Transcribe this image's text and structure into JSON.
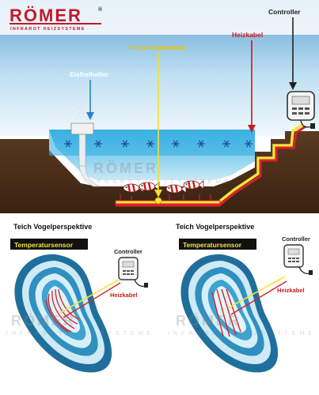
{
  "logo": {
    "name": "RÖMER",
    "registered": "®",
    "tagline": "INFRAROT HEIZSYSTEME"
  },
  "labels": {
    "controller": "Controller",
    "heizkabel": "Heizkabel",
    "temperatursensor": "Temperatursensor",
    "eisfreihalter": "Eisfreihalter"
  },
  "watermark": {
    "name": "RÖMER",
    "tagline": "INFRAROT HEIZSYSTEME"
  },
  "panel_left": {
    "title": "Teich Vogelperspektive",
    "sensor_label": "Temperatursensor",
    "controller_label": "Controller",
    "heizkabel_label": "Heizkabel"
  },
  "panel_right": {
    "title": "Teich Vogelperspektive",
    "sensor_label": "Temperatursensor",
    "controller_label": "Controller",
    "heizkabel_label": "Heizkabel"
  },
  "colors": {
    "sky_top": "#5fa3d3",
    "water": "#3fb0e0",
    "earth": "#4a2e1a",
    "cable_red": "#d8202a",
    "cable_yellow": "#f4e33a",
    "arrow_blue": "#2a7fd0",
    "logo_red": "#c4182a"
  },
  "icons": [
    "snowflake-icon",
    "fish-icon",
    "controller-icon",
    "plug-icon",
    "bubble-icon"
  ]
}
